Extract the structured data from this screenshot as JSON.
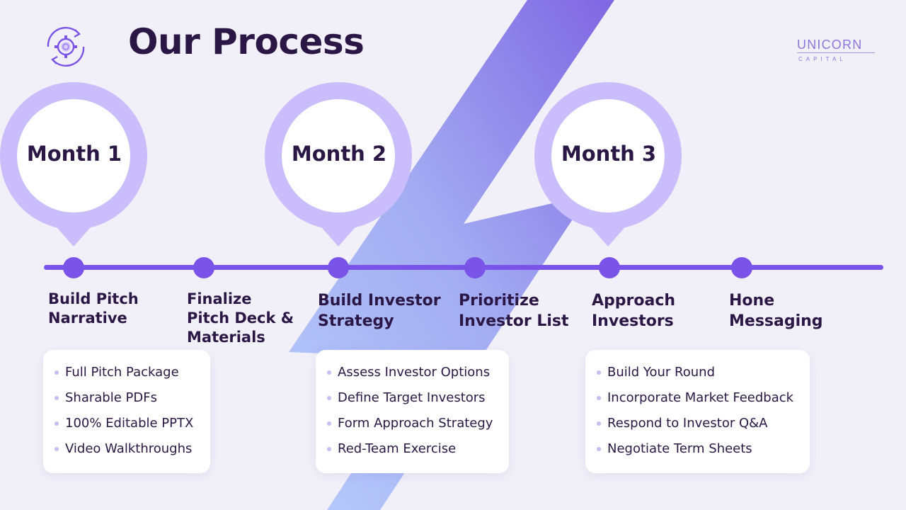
{
  "title": "Our Process",
  "icon": "gear-cycle-icon",
  "logo": {
    "name": "UNICORN",
    "sub": "CAPITAL"
  },
  "colors": {
    "accent": "#7a53e8",
    "ring": "#c9bdfb",
    "text": "#2b1745",
    "logo": "#8b76d9"
  },
  "months": [
    {
      "label": "Month 1"
    },
    {
      "label": "Month 2"
    },
    {
      "label": "Month 3"
    }
  ],
  "steps": [
    {
      "line1": "Build Pitch",
      "line2": "Narrative",
      "line3": ""
    },
    {
      "line1": "Finalize",
      "line2": "Pitch Deck &",
      "line3": "Materials"
    },
    {
      "line1": "Build Investor",
      "line2": "Strategy",
      "line3": ""
    },
    {
      "line1": "Prioritize",
      "line2": "Investor List",
      "line3": ""
    },
    {
      "line1": "Approach",
      "line2": "Investors",
      "line3": ""
    },
    {
      "line1": "Hone",
      "line2": "Messaging",
      "line3": ""
    }
  ],
  "cards": [
    {
      "items": [
        "Full Pitch Package",
        "Sharable PDFs",
        "100% Editable PPTX",
        "Video Walkthroughs"
      ]
    },
    {
      "items": [
        "Assess Investor Options",
        "Define Target Investors",
        "Form Approach Strategy",
        "Red-Team Exercise"
      ]
    },
    {
      "items": [
        "Build Your Round",
        "Incorporate Market Feedback",
        "Respond to Investor Q&A",
        "Negotiate Term Sheets"
      ]
    }
  ]
}
